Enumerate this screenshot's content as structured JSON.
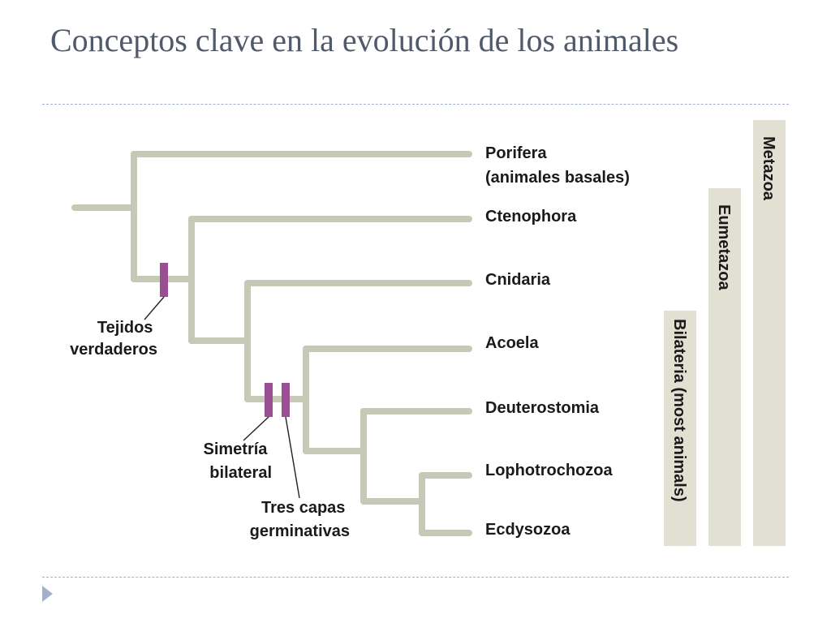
{
  "title": "Conceptos clave en la evolución de los animales",
  "taxa": {
    "porifera": [
      "Porifera",
      "(animales basales)"
    ],
    "ctenophora": "Ctenophora",
    "cnidaria": "Cnidaria",
    "acoela": "Acoela",
    "deuterostomia": "Deuterostomia",
    "lophotrochozoa": "Lophotrochozoa",
    "ecdysozoa": "Ecdysozoa"
  },
  "annotations": {
    "tissues": [
      "Tejidos",
      "verdaderos"
    ],
    "symmetry": [
      "Simetría",
      "bilateral"
    ],
    "germ_layers": [
      "Tres capas",
      "germinativas"
    ]
  },
  "clades": {
    "metazoa": "Metazoa",
    "eumetazoa": "Eumetazoa",
    "bilateria": "Bilateria (most animals)"
  },
  "colors": {
    "branch": "#c8c8b6",
    "trait_tick": "#9a4f95",
    "clade_bar": "#e1e0d2",
    "title": "#505a6a"
  }
}
